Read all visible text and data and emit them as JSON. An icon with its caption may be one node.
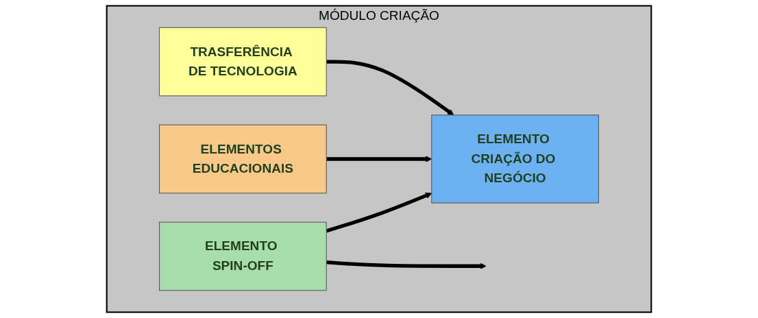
{
  "diagram": {
    "nodes": [
      {
        "text": [
          "MÓDULO CRIAÇÃO"
        ]
      },
      {
        "text": [
          "TRASFERÊNCIA DE TECNOLOGIA"
        ],
        "in": 0
      },
      {
        "text": [
          "ELEMENTOS EDUCACIONAIS"
        ],
        "in": 0
      },
      {
        "text": [
          "ELEMENTO SPIN-OFF"
        ],
        "in": 0
      },
      {
        "text": [
          "ELEMENTO CRIAÇÃO DO NEGÓCIO"
        ],
        "in": 0
      }
    ],
    "edges": [
      {
        "from": 1,
        "to": 4,
        "arrow": "to"
      },
      {
        "from": 2,
        "to": 4,
        "arrow": "to"
      },
      {
        "from": 3,
        "to": 4,
        "arrow": "to"
      },
      {
        "from": 3,
        "to": null,
        "arrow": "to"
      }
    ]
  }
}
